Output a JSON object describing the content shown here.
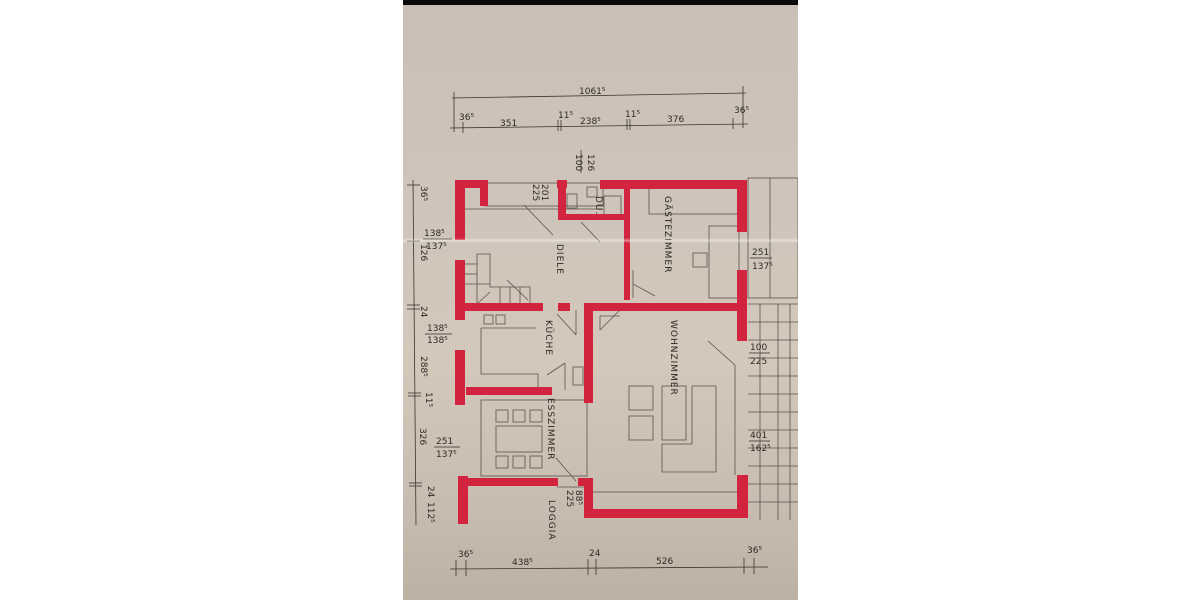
{
  "plan": {
    "rooms": [
      {
        "name": "DIELE"
      },
      {
        "name": "DU."
      },
      {
        "name": "GÄSTEZIMMER"
      },
      {
        "name": "KÜCHE"
      },
      {
        "name": "WOHNZIMMER"
      },
      {
        "name": "ESSZIMMER"
      },
      {
        "name": "LOGGIA"
      }
    ],
    "top_dims": {
      "overall": "1061⁵",
      "segments": [
        "36⁵",
        "351",
        "11⁵",
        "238⁵",
        "11⁵",
        "376",
        "36⁵"
      ]
    },
    "bottom_dims": {
      "segments": [
        "36⁵",
        "438⁵",
        "24",
        "526",
        "36⁵"
      ]
    },
    "left_dims": {
      "segments": [
        "36⁵",
        "126",
        "24",
        "288⁵",
        "11⁵",
        "326",
        "24",
        "112⁵"
      ]
    },
    "openings": [
      {
        "w": "126",
        "h": "100"
      },
      {
        "w": "201",
        "h": "225"
      },
      {
        "w": "138⁵",
        "h": "137⁵"
      },
      {
        "w": "251",
        "h": "137⁵"
      },
      {
        "w": "138⁵",
        "h": "138⁵"
      },
      {
        "w": "100",
        "h": "225"
      },
      {
        "w": "251",
        "h": "137⁵"
      },
      {
        "w": "401",
        "h": "162⁵"
      },
      {
        "w": "88⁵",
        "h": "225"
      }
    ],
    "colors": {
      "wall": "#d2243f",
      "paper": "#cfc5ba",
      "ink": "#2f2a26"
    }
  }
}
